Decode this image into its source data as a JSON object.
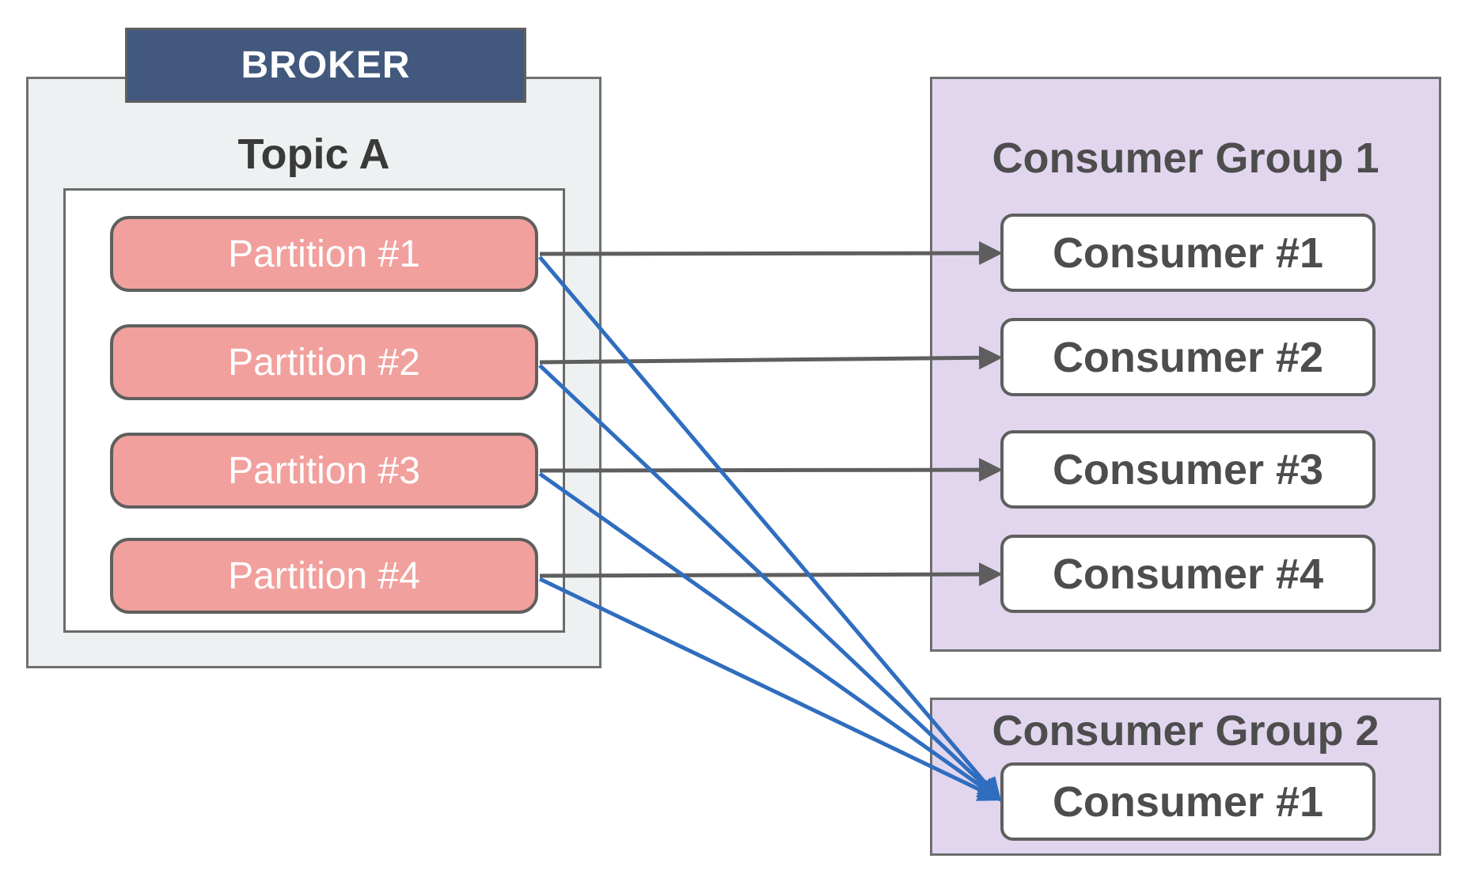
{
  "broker": {
    "label": "BROKER",
    "topic": {
      "title": "Topic A",
      "partitions": [
        "Partition #1",
        "Partition #2",
        "Partition #3",
        "Partition #4"
      ]
    }
  },
  "consumer_groups": [
    {
      "title": "Consumer Group 1",
      "consumers": [
        "Consumer #1",
        "Consumer #2",
        "Consumer #3",
        "Consumer #4"
      ]
    },
    {
      "title": "Consumer Group 2",
      "consumers": [
        "Consumer #1"
      ]
    }
  ],
  "connections": [
    {
      "from": "Partition #1",
      "to": "Consumer Group 1 / Consumer #1",
      "color": "#5e5e5e"
    },
    {
      "from": "Partition #2",
      "to": "Consumer Group 1 / Consumer #2",
      "color": "#5e5e5e"
    },
    {
      "from": "Partition #3",
      "to": "Consumer Group 1 / Consumer #3",
      "color": "#5e5e5e"
    },
    {
      "from": "Partition #4",
      "to": "Consumer Group 1 / Consumer #4",
      "color": "#5e5e5e"
    },
    {
      "from": "Partition #1",
      "to": "Consumer Group 2 / Consumer #1",
      "color": "#2f6dbf"
    },
    {
      "from": "Partition #2",
      "to": "Consumer Group 2 / Consumer #1",
      "color": "#2f6dbf"
    },
    {
      "from": "Partition #3",
      "to": "Consumer Group 2 / Consumer #1",
      "color": "#2f6dbf"
    },
    {
      "from": "Partition #4",
      "to": "Consumer Group 2 / Consumer #1",
      "color": "#2f6dbf"
    }
  ],
  "colors": {
    "broker_header": "#42587d",
    "broker_background": "#eef1f2",
    "partition_fill": "#f1a09d",
    "consumer_group_fill": "#e2d6ee",
    "group1_arrow": "#5e5e5e",
    "group2_arrow": "#2f6dbf"
  }
}
